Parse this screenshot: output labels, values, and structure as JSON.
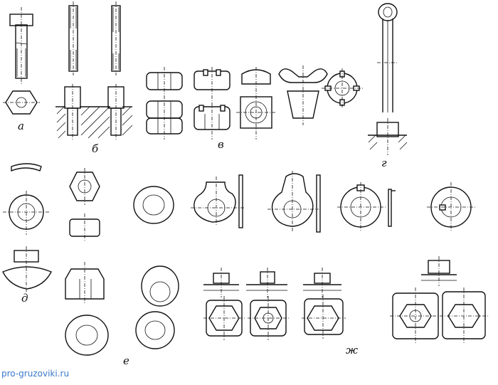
{
  "labels": {
    "a": "а",
    "b": "б",
    "v": "в",
    "g": "г",
    "d": "д",
    "e": "е",
    "zh": "ж"
  },
  "watermark": "pro-gruzoviki.ru",
  "colors": {
    "ink": "#111111",
    "watermark": "#3a78c8"
  }
}
